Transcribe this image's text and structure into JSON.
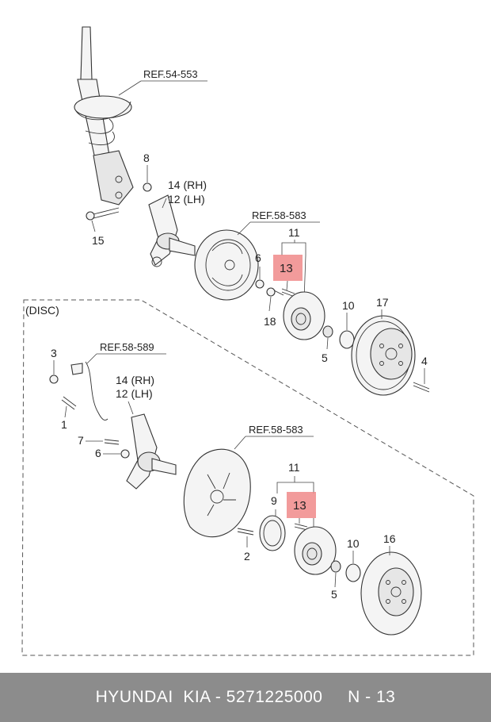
{
  "section_label": "(DISC)",
  "refs": {
    "strut": "REF.54-553",
    "drum_backing": "REF.58-583",
    "abs_sensor": "REF.58-589",
    "disc_shield": "REF.58-583"
  },
  "labels": {
    "top_8": "8",
    "top_14": "14 (RH)",
    "top_12": "12 (LH)",
    "top_15": "15",
    "top_6": "6",
    "top_11": "11",
    "top_13": "13",
    "top_18": "18",
    "top_10": "10",
    "top_17": "17",
    "top_5": "5",
    "top_4": "4",
    "disc_3": "3",
    "disc_1": "1",
    "disc_14": "14 (RH)",
    "disc_12": "12 (LH)",
    "disc_7": "7",
    "disc_6": "6",
    "disc_11": "11",
    "disc_9": "9",
    "disc_13": "13",
    "disc_2": "2",
    "disc_10": "10",
    "disc_16": "16",
    "disc_5": "5"
  },
  "highlight_color": "#f08a8a",
  "footer": {
    "brand": "HYUNDAI  KIA - 5271225000",
    "code": "N - 13"
  }
}
